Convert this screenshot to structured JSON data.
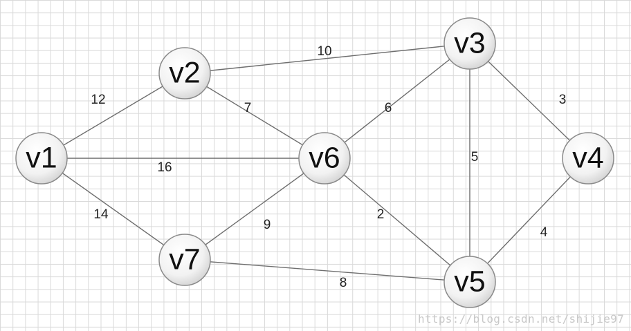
{
  "nodes": [
    {
      "id": "v1",
      "label": "v1"
    },
    {
      "id": "v2",
      "label": "v2"
    },
    {
      "id": "v3",
      "label": "v3"
    },
    {
      "id": "v4",
      "label": "v4"
    },
    {
      "id": "v5",
      "label": "v5"
    },
    {
      "id": "v6",
      "label": "v6"
    },
    {
      "id": "v7",
      "label": "v7"
    }
  ],
  "edges": [
    {
      "from": "v1",
      "to": "v2",
      "weight": "12"
    },
    {
      "from": "v1",
      "to": "v6",
      "weight": "16"
    },
    {
      "from": "v1",
      "to": "v7",
      "weight": "14"
    },
    {
      "from": "v2",
      "to": "v3",
      "weight": "10"
    },
    {
      "from": "v2",
      "to": "v6",
      "weight": "7"
    },
    {
      "from": "v6",
      "to": "v3",
      "weight": "6"
    },
    {
      "from": "v3",
      "to": "v4",
      "weight": "3"
    },
    {
      "from": "v3",
      "to": "v5",
      "weight": "5"
    },
    {
      "from": "v6",
      "to": "v5",
      "weight": "2"
    },
    {
      "from": "v6",
      "to": "v7",
      "weight": "9"
    },
    {
      "from": "v7",
      "to": "v5",
      "weight": "8"
    },
    {
      "from": "v4",
      "to": "v5",
      "weight": "4"
    }
  ],
  "watermark": "https://blog.csdn.net/shijie97",
  "colors": {
    "grid": "#d9d9d9",
    "edge": "#6e6e6e",
    "node_fill_light": "#ffffff",
    "node_fill_dark": "#d4d4d4"
  }
}
